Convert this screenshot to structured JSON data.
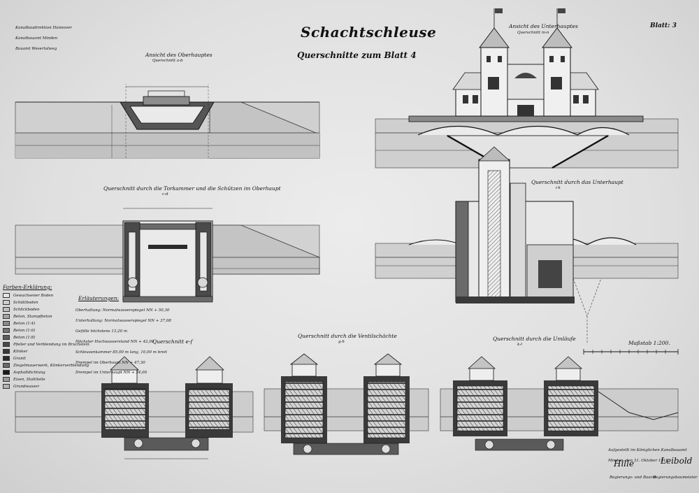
{
  "sheet": {
    "title": "Schachtschleuse",
    "subtitle": "Querschnitte zum Blatt 4",
    "sheet_number": "Blatt: 3",
    "authority_lines": [
      "Kanalbaudirektion Hannover",
      "Kanalbauamt Minden",
      "Bauamt Wesertalweg"
    ]
  },
  "views": {
    "upper_head": {
      "title": "Ansicht des Oberhauptes",
      "cut": "Querschnitt a-b"
    },
    "lower_head_view": {
      "title": "Ansicht des Unterhauptes",
      "cut": "Querschnitt m-n"
    },
    "sluice_gates": {
      "title": "Querschnitt durch die Torkammer und die Schützen im Oberhaupt",
      "cut": "c-d"
    },
    "lower_head_cut": {
      "title": "Querschnitt durch das Unterhaupt",
      "cut": "i-k"
    },
    "section_ef": {
      "title": "Querschnitt e-f"
    },
    "valve_shafts": {
      "title": "Querschnitt durch die Ventilschächte",
      "cut": "g-h"
    },
    "lower_culverts": {
      "title": "Querschnitt durch die Umläufe",
      "cut": "k-l"
    }
  },
  "legend": {
    "title": "Farben-Erklärung:",
    "items": [
      {
        "label": "Gewachsener Boden",
        "color": "#e4e4e4"
      },
      {
        "label": "Schüttboden",
        "color": "#cfcfcf"
      },
      {
        "label": "Schlickboden",
        "color": "#bdbdbd"
      },
      {
        "label": "Beton, Stampfbeton",
        "color": "#a4a4a4"
      },
      {
        "label": "Beton (1:4)",
        "color": "#8c8c8c"
      },
      {
        "label": "Beton (1:6)",
        "color": "#747474"
      },
      {
        "label": "Beton (1:8)",
        "color": "#5e5e5e"
      },
      {
        "label": "Pfeiler und Verblendung im Bruchstein",
        "color": "#4a4a4a"
      },
      {
        "label": "Klinker",
        "color": "#383838"
      },
      {
        "label": "Granit",
        "color": "#2a2a2a"
      },
      {
        "label": "Ziegelmauerwerk, Klinkerverblendung",
        "color": "#6a6a6a"
      },
      {
        "label": "Asphaltdichtung",
        "color": "#1a1a1a"
      },
      {
        "label": "Eisen, Stahlteile",
        "color": "#9a9a9a"
      },
      {
        "label": "Grundwasser",
        "color": "#b4b4b4"
      }
    ]
  },
  "notes": {
    "title": "Erläuterungen:",
    "lines": [
      "Oberhaltung: Normalwasserspiegel NN + 50,30",
      "Unterhaltung: Normalwasserspiegel NN + 37,08",
      "Gefälle höchstens 13,20 m",
      "Höchster Hochwasserstand NN + 42,00",
      "Schleusenkammer 85,00 m lang, 10,00 m breit",
      "Drempel im Oberhaupt NN + 47,30",
      "Drempel im Unterhaupt NN + 34,00"
    ]
  },
  "scale": {
    "label": "Maßstab 1:200."
  },
  "signature": {
    "lines": [
      "Aufgestellt im Königlichen Kanalbauamt",
      "Minden, den 31. Oktober 1910."
    ],
    "names": [
      "Hille",
      "Leibold"
    ],
    "roles": [
      "Regierungs- und Baurat",
      "Regierungsbaumeister"
    ]
  }
}
